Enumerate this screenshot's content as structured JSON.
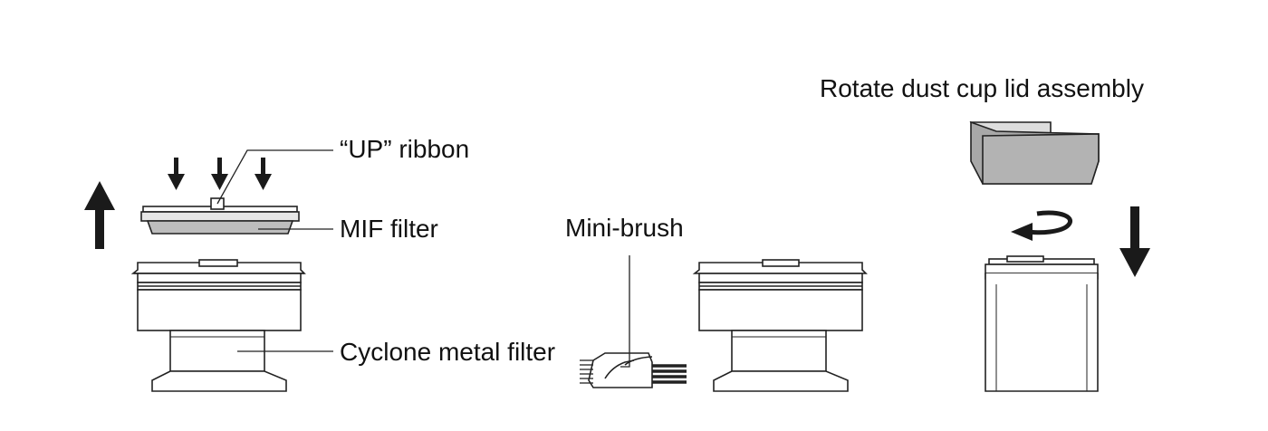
{
  "labels": {
    "up_ribbon": "“UP” ribbon",
    "mif_filter": "MIF filter",
    "cyclone_metal_filter": "Cyclone metal filter",
    "mini_brush": "Mini-brush",
    "rotate_lid": "Rotate dust cup lid assembly"
  },
  "colors": {
    "line": "#222222",
    "filter_fill": "#bdbdbd",
    "lid_fill": "#a8a8a8",
    "arrow": "#1a1a1a"
  }
}
